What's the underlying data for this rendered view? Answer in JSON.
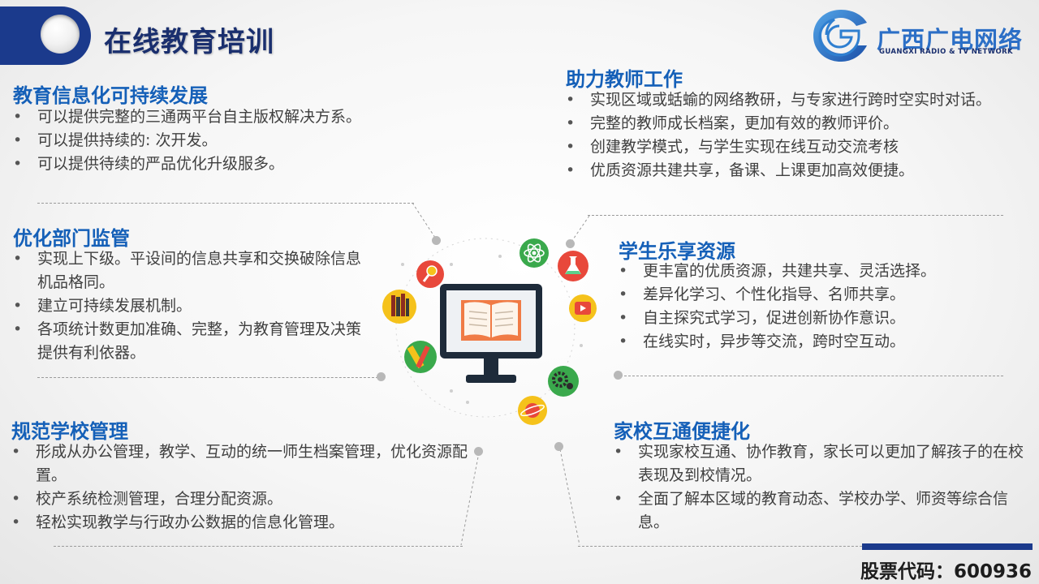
{
  "header": {
    "title": "在线教育培训"
  },
  "logo": {
    "name": "广西广电网络",
    "subtitle": "GUANGXI RADIO & TV NETWORK",
    "brand_color": "#2c6fc6"
  },
  "sections": {
    "top_left": {
      "title": "教育信息化可持续发展",
      "items": [
        "可以提供完整的三通两平台自主版权解决方系。",
        "可以提供持续的: 次开发。",
        "可以提供待续的严品优化升级服多。"
      ]
    },
    "mid_left": {
      "title": "优化部门监管",
      "items": [
        "实现上下级。平设间的信息共享和交换破除信息机品格同。",
        "建立可持续发展机制。",
        "各项统计数更加准确、完整，为教育管理及决策提供有利依器。"
      ]
    },
    "bottom_left": {
      "title": "规范学校管理",
      "items": [
        "形成从办公管理，教学、互动的统一师生档案管理，优化资源配置。",
        "校产系统检测管理，合理分配资源。",
        "轻松实现教学与行政办公数据的信息化管理。"
      ]
    },
    "top_right": {
      "title": "助力教师工作",
      "items": [
        "实现区域或蛞蝓的网络教研，与专家进行跨时空实时对话。",
        "完整的教师成长档案，更加有效的教师评价。",
        "创建教学模式，与学生实现在线互动交流考核",
        "优质资源共建共享，备课、上课更加高效便捷。"
      ]
    },
    "mid_right": {
      "title": "学生乐享资源",
      "items": [
        "更丰富的优质资源，共建共享、灵活选择。",
        "差异化学习、个性化指导、名师共享。",
        "自主探究式学习，促进创新协作意识。",
        "在线实时，异步等交流，跨时空互动。"
      ]
    },
    "bottom_right": {
      "title": "家校互通便捷化",
      "items": [
        "实现家校互通、协作教育，家长可以更加了解孩子的在校表现及到校情况。",
        "全面了解本区域的教育动态、学校办学、师资等综合信息。"
      ]
    }
  },
  "footer": {
    "stock_code": "股票代码：600936"
  },
  "icons": [
    "atom-icon",
    "flask-icon",
    "play-icon",
    "gear-icon",
    "planet-icon",
    "pencil-ruler-icon",
    "books-icon",
    "magnifier-icon",
    "monitor-book-icon"
  ],
  "colors": {
    "accent_dark": "#1b3a8c",
    "section_title": "#1560b8",
    "red": "#e8483b",
    "green": "#3aa94c",
    "yellow": "#f5c21b"
  }
}
